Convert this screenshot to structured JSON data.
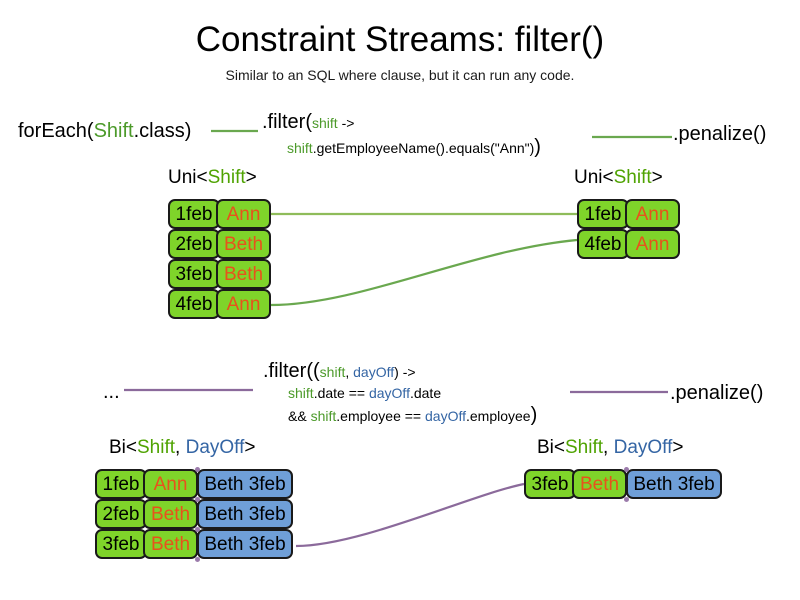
{
  "slide": {
    "title": "Constraint Streams: filter()",
    "subtitle": "Similar to an SQL where clause, but it can run any code."
  },
  "colors": {
    "green_fill": "#7fd42a",
    "blue_fill": "#6f9fd8",
    "shift_token": "#4c9a2a",
    "dayoff_token": "#3465a4",
    "name_text": "#e8521c",
    "green_wire": "#6aa84f",
    "purple_wire": "#8b6a9b"
  },
  "section_uni": {
    "source_label": "forEach(",
    "source_type": "Shift",
    "source_suffix": ".class)",
    "filter_head": ".filter(",
    "filter_param": "shift",
    "filter_arrow": " ->",
    "filter_body_prefix": "shift",
    "filter_body_rest": ".getEmployeeName().equals(\"Ann\")",
    "filter_close": ")",
    "sink_label": ".penalize()",
    "left_head": {
      "prefix": "Uni<",
      "type1": "Shift",
      "suffix": ">"
    },
    "right_head": {
      "prefix": "Uni<",
      "type1": "Shift",
      "suffix": ">"
    },
    "left_rows": [
      {
        "date": "1feb",
        "name": "Ann"
      },
      {
        "date": "2feb",
        "name": "Beth"
      },
      {
        "date": "3feb",
        "name": "Beth"
      },
      {
        "date": "4feb",
        "name": "Ann"
      }
    ],
    "right_rows": [
      {
        "date": "1feb",
        "name": "Ann"
      },
      {
        "date": "4feb",
        "name": "Ann"
      }
    ]
  },
  "section_bi": {
    "source_label": "...",
    "filter_head": ".filter((",
    "filter_param1": "shift",
    "filter_comma": ", ",
    "filter_param2": "dayOff",
    "filter_arrow": ") ->",
    "line2_a": "shift",
    "line2_b": ".date == ",
    "line2_c": "dayOff",
    "line2_d": ".date",
    "line3_a": "&& ",
    "line3_b": "shift",
    "line3_c": ".employee == ",
    "line3_d": "dayOff",
    "line3_e": ".employee",
    "filter_close": ")",
    "sink_label": ".penalize()",
    "left_head": {
      "prefix": "Bi<",
      "type1": "Shift",
      "mid": ", ",
      "type2": "DayOff",
      "suffix": ">"
    },
    "right_head": {
      "prefix": "Bi<",
      "type1": "Shift",
      "mid": ", ",
      "type2": "DayOff",
      "suffix": ">"
    },
    "left_rows": [
      {
        "date": "1feb",
        "name": "Ann",
        "dayoff": "Beth 3feb"
      },
      {
        "date": "2feb",
        "name": "Beth",
        "dayoff": "Beth 3feb"
      },
      {
        "date": "3feb",
        "name": "Beth",
        "dayoff": "Beth 3feb"
      }
    ],
    "right_rows": [
      {
        "date": "3feb",
        "name": "Beth",
        "dayoff": "Beth 3feb"
      }
    ]
  }
}
